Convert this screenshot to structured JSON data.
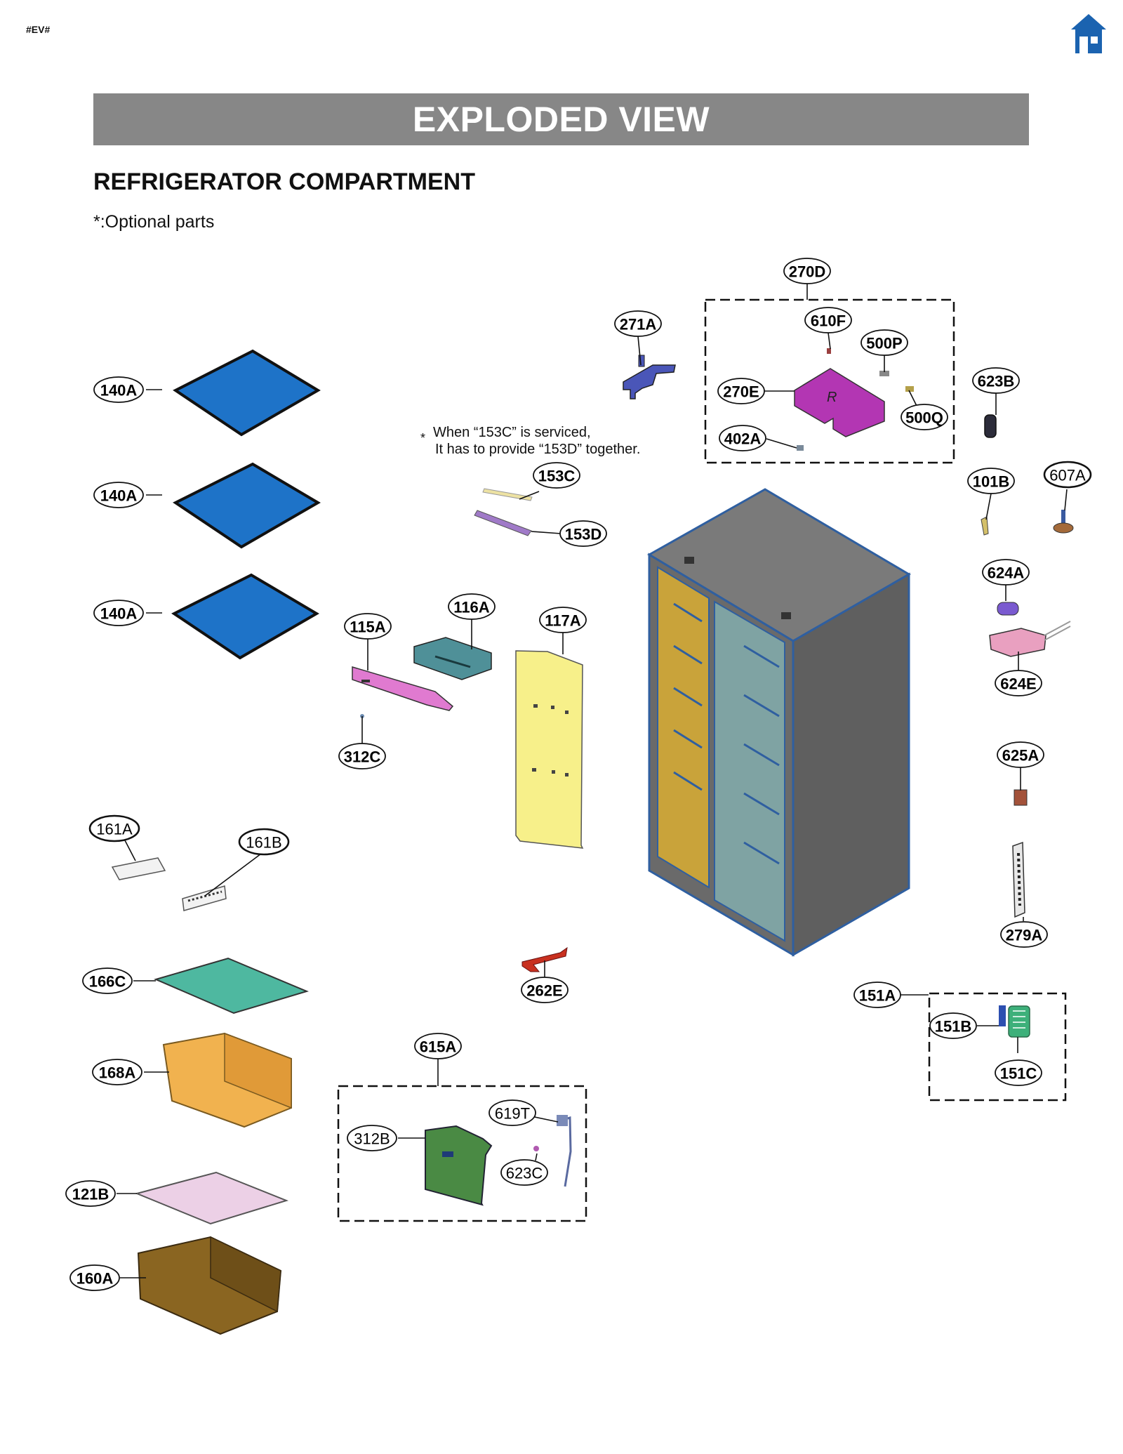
{
  "header": {
    "tag": "#EV#",
    "banner": "EXPLODED VIEW",
    "section": "REFRIGERATOR COMPARTMENT",
    "optional_note": "*:Optional parts"
  },
  "note": {
    "star": "*",
    "line1": "When “153C” is serviced,",
    "line2": "It has to provide “153D” together."
  },
  "labels": {
    "l270D": "270D",
    "l610F": "610F",
    "l500P": "500P",
    "l270E": "270E",
    "l500Q": "500Q",
    "l402A": "402A",
    "l271A": "271A",
    "l623B": "623B",
    "l101B": "101B",
    "l607A": "607A",
    "l140A1": "140A",
    "l140A2": "140A",
    "l140A3": "140A",
    "l153C": "153C",
    "l153D": "153D",
    "l116A": "116A",
    "l115A": "115A",
    "l117A": "117A",
    "l312C": "312C",
    "l624A": "624A",
    "l624E": "624E",
    "l625A": "625A",
    "l279A": "279A",
    "l161A": "161A",
    "l161B": "161B",
    "l166C": "166C",
    "l262E": "262E",
    "l151A": "151A",
    "l151B": "151B",
    "l151C": "151C",
    "l168A": "168A",
    "l615A": "615A",
    "l619T": "619T",
    "l312B": "312B",
    "l623C": "623C",
    "l121B": "121B",
    "l160A": "160A"
  },
  "colors": {
    "banner": "#878787",
    "shelf": "#1e73c8",
    "cabinet_side": "#6b6b6b",
    "cabinet_top": "#7a7a7a",
    "liner_left": "#c9a33a",
    "liner_right": "#7fa3a3",
    "cover_115A": "#e07ad0",
    "duct_116A": "#4f9098",
    "panel_117A": "#f7f08a",
    "box_270E": "#b336b3",
    "crisper_cover_166C": "#4eb8a0",
    "drawer_168A": "#f1b24f",
    "cover_121B": "#ecd0e6",
    "drawer_160A": "#8a6521",
    "pcb_312B": "#4a8a44",
    "home_icon": "#1b63b0"
  }
}
